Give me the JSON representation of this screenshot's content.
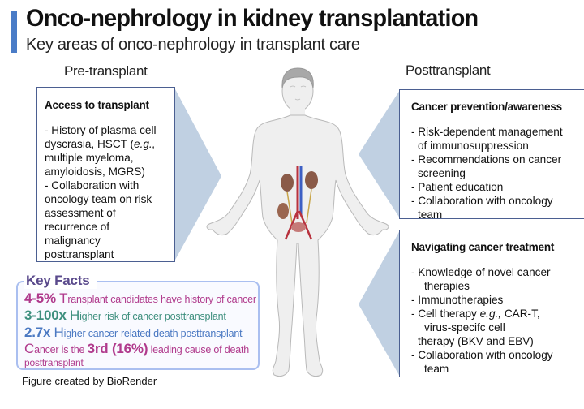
{
  "header": {
    "title": "Onco-nephrology in kidney transplantation",
    "subtitle": "Key areas of onco-nephrology in transplant care",
    "accent_color": "#4a7cc7"
  },
  "sections": {
    "pre": "Pre-transplant",
    "post": "Posttransplant"
  },
  "access_box": {
    "title": "Access to transplant",
    "items": [
      {
        "pre": "- History of plasma cell dyscrasia, HSCT (",
        "em": "e.g.,",
        "post": " multiple myeloma, amyloidosis, MGRS)"
      },
      {
        "text": "- Collaboration with oncology team on risk assessment of recurrence of malignancy posttransplant"
      }
    ]
  },
  "prevention_box": {
    "title": "Cancer prevention/awareness",
    "items": [
      {
        "line1": "- Risk-dependent management",
        "line2": "of immunosuppression"
      },
      {
        "line1": "- Recommendations on cancer",
        "line2": "screening"
      },
      {
        "line1": "- Patient education"
      },
      {
        "line1": "- Collaboration with oncology",
        "line2": "team"
      }
    ]
  },
  "treatment_box": {
    "title": "Navigating cancer treatment",
    "items": [
      {
        "line1": "- Knowledge of novel cancer",
        "line2": "therapies"
      },
      {
        "line1": "- Immunotherapies"
      },
      {
        "line1_pre": "- Cell therapy ",
        "line1_em": "e.g.,",
        "line1_post": " CAR-T,",
        "line2": "virus-specifc cell",
        "line3": "therapy (BKV and EBV)"
      },
      {
        "line1": "- Collaboration with oncology",
        "line2": "team"
      }
    ]
  },
  "key_facts": {
    "title": "Key Facts",
    "facts": [
      {
        "big": "4-5%",
        "cap": "T",
        "rest": "ransplant candidates have history of cancer",
        "color": "#b03a8c"
      },
      {
        "big": "3-100x",
        "cap": "H",
        "rest": "igher risk of cancer posttransplant",
        "color": "#3e8f7e"
      },
      {
        "big": "2.7x",
        "cap": "H",
        "rest": "igher cancer-related death posttransplant",
        "color": "#4a78c2"
      },
      {
        "cap": "C",
        "pre": "ancer is the ",
        "big": "3rd (16%)",
        "rest": " leading cause of death",
        "line2": "posttransplant",
        "color": "#b03a8c"
      }
    ]
  },
  "credit": "Figure created by BioRender",
  "illustration": {
    "label": "human-body-with-kidney-transplant",
    "wedge_color": "#c0d0e2",
    "box_border_color": "#4b5f91"
  }
}
